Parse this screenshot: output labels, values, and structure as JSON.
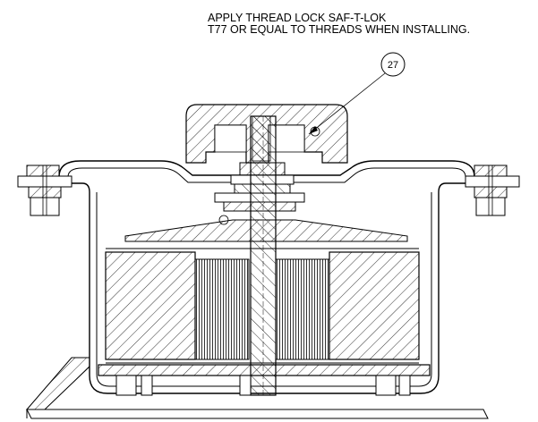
{
  "note": {
    "line1": "APPLY THREAD LOCK SAF-T-LOK",
    "line2": "T77 OR EQUAL TO THREADS WHEN INSTALLING."
  },
  "callouts": [
    {
      "label": "27"
    }
  ]
}
